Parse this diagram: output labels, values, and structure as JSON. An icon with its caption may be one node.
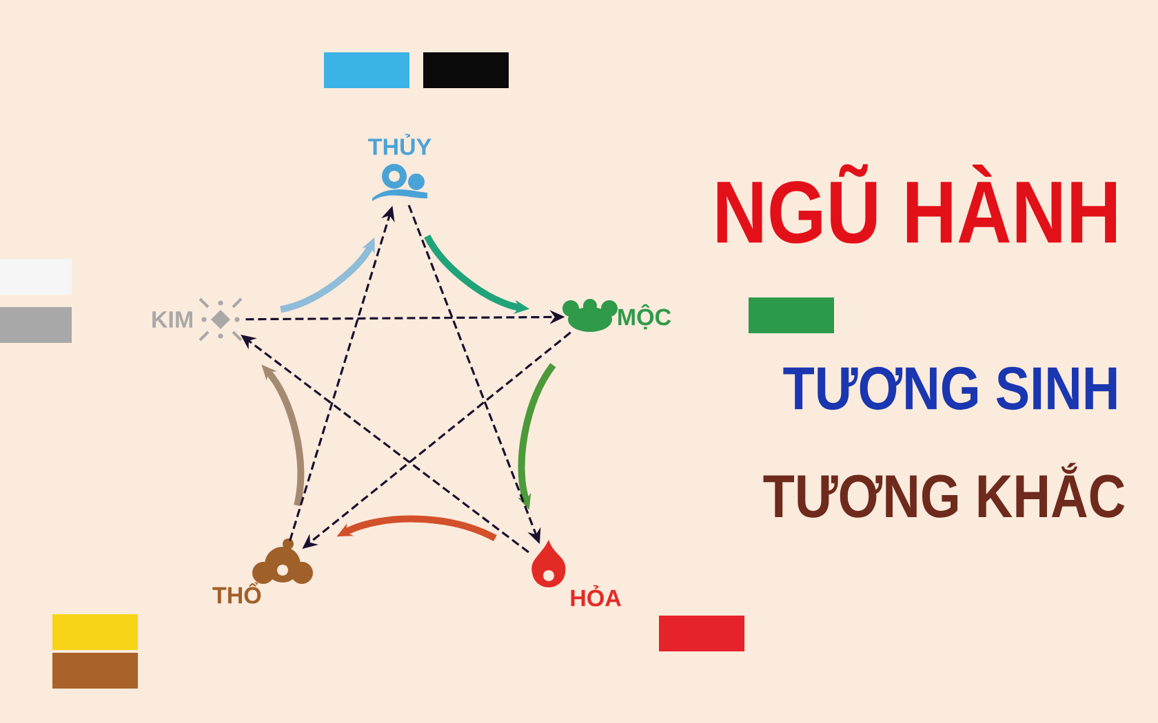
{
  "diagram": {
    "title": "NGŨ HÀNH",
    "nodes": [
      {
        "text": [
          "THỦY"
        ]
      },
      {
        "text": [
          "MỘC"
        ]
      },
      {
        "text": [
          "HỎA"
        ]
      },
      {
        "text": [
          "THỔ"
        ]
      },
      {
        "text": [
          "KIM"
        ]
      }
    ],
    "edges": [
      {
        "from": 0,
        "to": 1,
        "arrow": "to",
        "style": "thick",
        "color": "#1fa37a"
      },
      {
        "from": 1,
        "to": 2,
        "arrow": "to",
        "style": "thick",
        "color": "#4c9a3a"
      },
      {
        "from": 2,
        "to": 3,
        "arrow": "to",
        "style": "thick",
        "color": "#d2502a"
      },
      {
        "from": 3,
        "to": 4,
        "arrow": "to",
        "style": "thick",
        "color": "#a58a72"
      },
      {
        "from": 4,
        "to": 0,
        "arrow": "to",
        "style": "thick",
        "color": "#8fbcd8"
      },
      {
        "from": 4,
        "to": 1,
        "arrow": "to",
        "style": "dashed"
      },
      {
        "from": 1,
        "to": 3,
        "arrow": "to",
        "style": "dashed"
      },
      {
        "from": 3,
        "to": 0,
        "arrow": "to",
        "style": "dashed"
      },
      {
        "from": 0,
        "to": 2,
        "arrow": "to",
        "style": "dashed"
      },
      {
        "from": 2,
        "to": 4,
        "arrow": "to",
        "style": "dashed"
      }
    ],
    "labels": [
      "TƯƠNG SINH",
      "TƯƠNG KHẮC"
    ]
  }
}
